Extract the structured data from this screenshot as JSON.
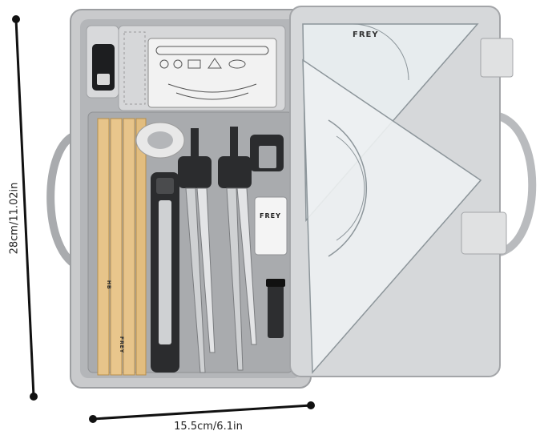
{
  "dimensions": {
    "height_label": "28cm/11.02in",
    "width_label": "15.5cm/6.1in"
  },
  "product": {
    "brand": "FREY",
    "eraser_text": "FREY",
    "pencil_brand": "FREY",
    "pencil_grade": "HB",
    "ruler_brand": "FREY"
  },
  "colors": {
    "case_body": "#c9cacc",
    "case_inner": "#a9abae",
    "lid": "#d6d8da",
    "ruler": "#e9eef0",
    "pencil": "#e7c48a",
    "dark_tool": "#2b2c2e",
    "marker": "#111111"
  },
  "items": [
    {
      "name": "pencil"
    },
    {
      "name": "pencil"
    },
    {
      "name": "pencil"
    },
    {
      "name": "tape"
    },
    {
      "name": "utility-knife"
    },
    {
      "name": "compass"
    },
    {
      "name": "compass"
    },
    {
      "name": "sharpener"
    },
    {
      "name": "eraser"
    },
    {
      "name": "lead-tube"
    },
    {
      "name": "stencil"
    },
    {
      "name": "set-square"
    },
    {
      "name": "protractor"
    }
  ]
}
